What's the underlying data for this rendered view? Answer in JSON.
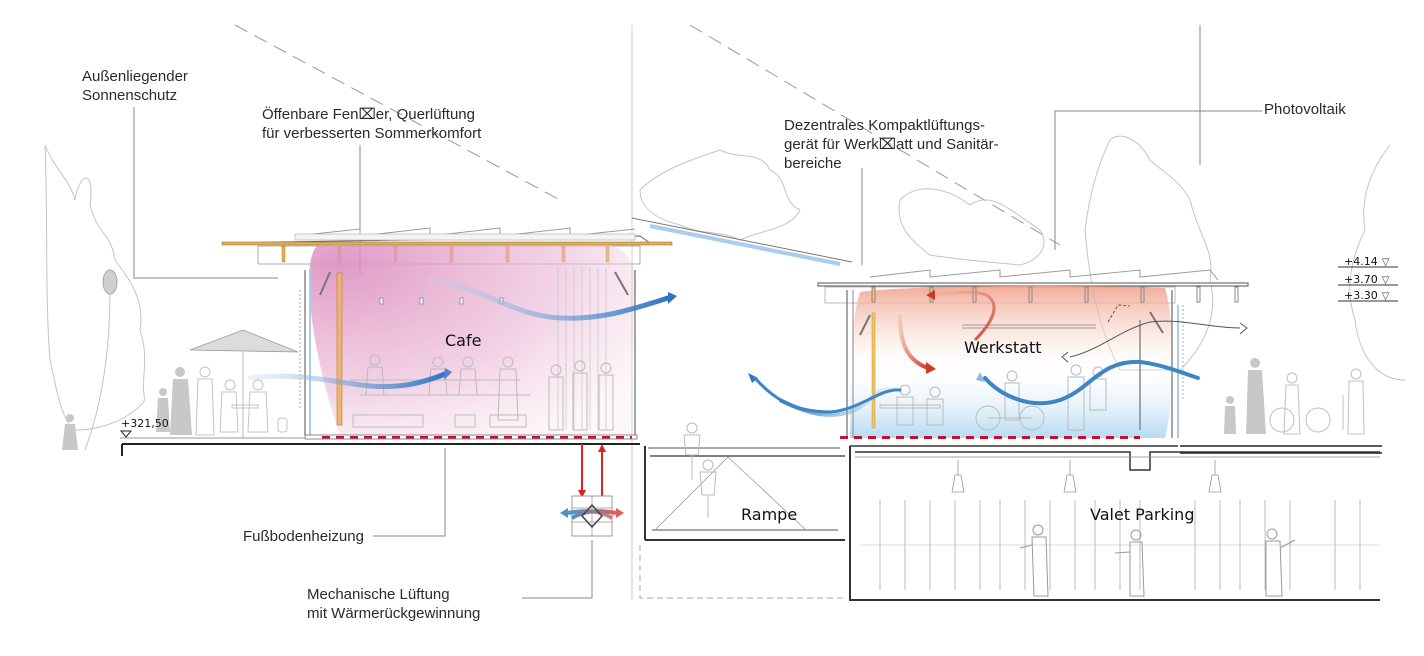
{
  "title": "Gebäudeschnitt Cafe / Werkstatt / Valet Parking – Energie- und Lüftungskonzept",
  "annotations": {
    "sun_protection": [
      "Außenliegender",
      "Sonnenschutz"
    ],
    "windows": [
      "Öffenbare Fen⌧er, Querlüftung",
      "für verbesserten Sommerkomfort"
    ],
    "decentral_unit": [
      "Dezentrales Kompaktlüftungs-",
      "gerät für Werk⌧att und Sanitär-",
      "bereiche"
    ],
    "photovoltaics": "Photovoltaik",
    "floor_heating": "Fußbodenheizung",
    "mech_ventilation": [
      "Mechanische  Lüftung",
      "mit Wärmerückgewinnung"
    ]
  },
  "rooms": {
    "cafe": "Cafe",
    "workshop": "Werkstatt",
    "ramp": "Rampe",
    "valet": "Valet Parking"
  },
  "levels": {
    "ground": "+321,50",
    "right": [
      "+4.14",
      "+3.70",
      "+3.30"
    ]
  },
  "colors": {
    "warm_zone": "#e79ac4",
    "hot_air": "#d9412f",
    "cool_air": "#3d86c6",
    "floor_heating": "#c8102e",
    "timber": "#e8b04a",
    "glass": "#a9cdea",
    "line": "#9a9a9a"
  }
}
